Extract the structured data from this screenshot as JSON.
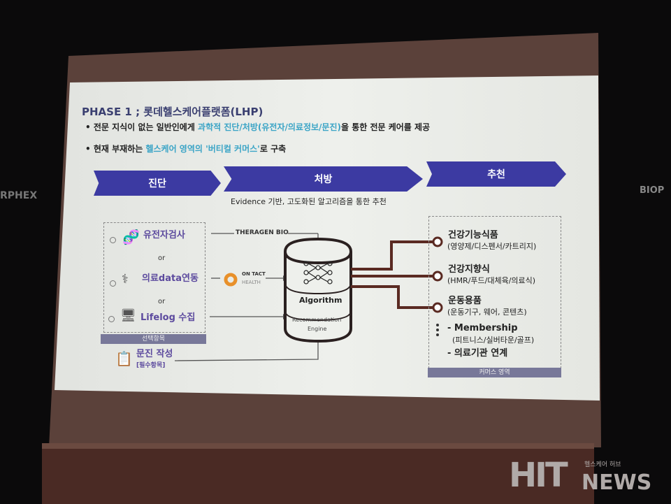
{
  "background_signage": {
    "left": "RPHEX",
    "right": "BIOP"
  },
  "slide": {
    "title": "PHASE 1 ; 롯데헬스케어플랫폼(LHP)",
    "bullets": [
      {
        "pre": "• 전문 지식이 없는 일반인에게 ",
        "hl": "과학적 진단/처방(유전자/의료정보/문진)",
        "post": "을 통한 전문 케어를 제공"
      },
      {
        "pre": "• 현재 부재하는 ",
        "hl": "헬스케어 영역의 '버티컬 커머스'",
        "post": "로 구축"
      }
    ],
    "stages": [
      "진단",
      "처방",
      "추천"
    ],
    "subtitle": "Evidence 기반, 고도화된 알고리즘을 통한 추천",
    "inputs": [
      "유전자검사",
      "의료data연동",
      "Lifelog 수집"
    ],
    "or": "or",
    "input_label": "선택항목",
    "survey": {
      "title": "문진 작성",
      "note": "[필수항목]"
    },
    "partners": {
      "theragen": "THERAGEN BIO",
      "ontact1": "ON TACT",
      "ontact2": "HEALTH"
    },
    "engine": {
      "title": "Algorithm",
      "sub1": "Recommendation",
      "sub2": "Engine"
    },
    "outputs": [
      {
        "title": "건강기능식품",
        "sub": "(영양제/디스펜서/카트리지)"
      },
      {
        "title": "건강지향식",
        "sub": "(HMR/푸드/대체육/의료식)"
      },
      {
        "title": "운동용품",
        "sub": "(운동기구, 웨어, 콘텐츠)"
      }
    ],
    "extras": {
      "membership": "- Membership",
      "membership_sub": "(피트니스/실버타운/골프)",
      "medical": "- 의료기관 연계"
    },
    "output_label": "커머스 영역",
    "colors": {
      "arrow": "#3c3aa2",
      "highlight": "#3aa4c6",
      "purple": "#5c4a9e",
      "line": "#5a2a22"
    }
  },
  "watermark": {
    "brand": "HIT",
    "brand2": "NEWS",
    "tag": "헬스케어 허브"
  }
}
